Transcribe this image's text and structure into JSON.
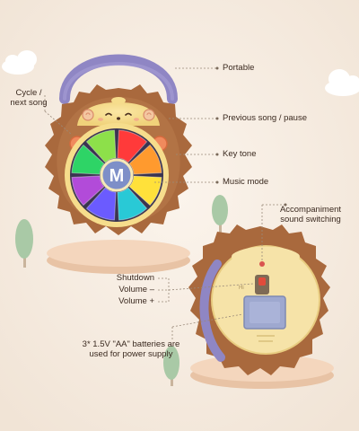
{
  "product": {
    "center_letter": "M",
    "back_text": "Hi"
  },
  "callouts": {
    "portable": "Portable",
    "cycle_next_song": [
      "Cycle /",
      "next song"
    ],
    "previous_song_pause": "Previous song / pause",
    "key_tone": "Key tone",
    "music_mode": "Music mode",
    "accompaniment": [
      "Accompaniment",
      "sound switching"
    ],
    "shutdown": "Shutdown",
    "volume_minus": "Volume –",
    "volume_plus": "Volume +",
    "batteries": [
      "3* 1.5V \"AA\" batteries are",
      "used for power supply"
    ]
  },
  "colors": {
    "background": "#f5ebe0",
    "hedgehog_brown": "#a9693d",
    "face_yellow": "#f6dd8c",
    "handle_purple": "#8f86c4",
    "center_button_blue": "#7e8fc8",
    "pedestal": "#f1d2b8",
    "tree": "#a9c9a6"
  },
  "key_colors": [
    "#ff3a3a",
    "#ff9a2e",
    "#ffe13a",
    "#29c9d6",
    "#6b5bff",
    "#b24bd9",
    "#2ed466",
    "#8de04a"
  ]
}
